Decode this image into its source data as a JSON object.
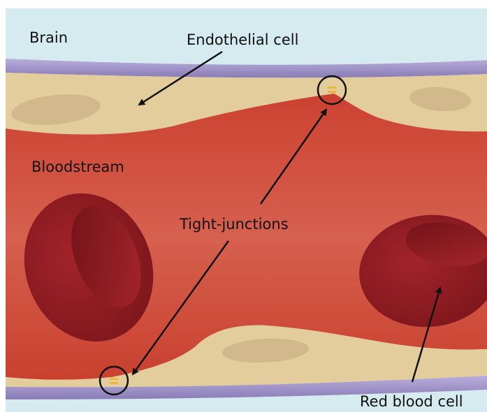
{
  "labels": {
    "brain": "Brain",
    "endothelial_cell": "Endothelial cell",
    "bloodstream": "Bloodstream",
    "tight_junctions": "Tight-junctions",
    "red_blood_cell": "Red blood cell"
  },
  "colors": {
    "brain_background": "#d6ebef",
    "membrane": "#9d8fc6",
    "endothelial": "#e3cd9c",
    "nucleus": "#d2b98c",
    "blood": "#cf4a3a",
    "red_blood_cell": "#8e1c22",
    "junction": "#e9b83a",
    "arrow": "#111111"
  },
  "icons": {
    "tight_junction_marker": "circle-outline",
    "pointer": "arrow"
  }
}
